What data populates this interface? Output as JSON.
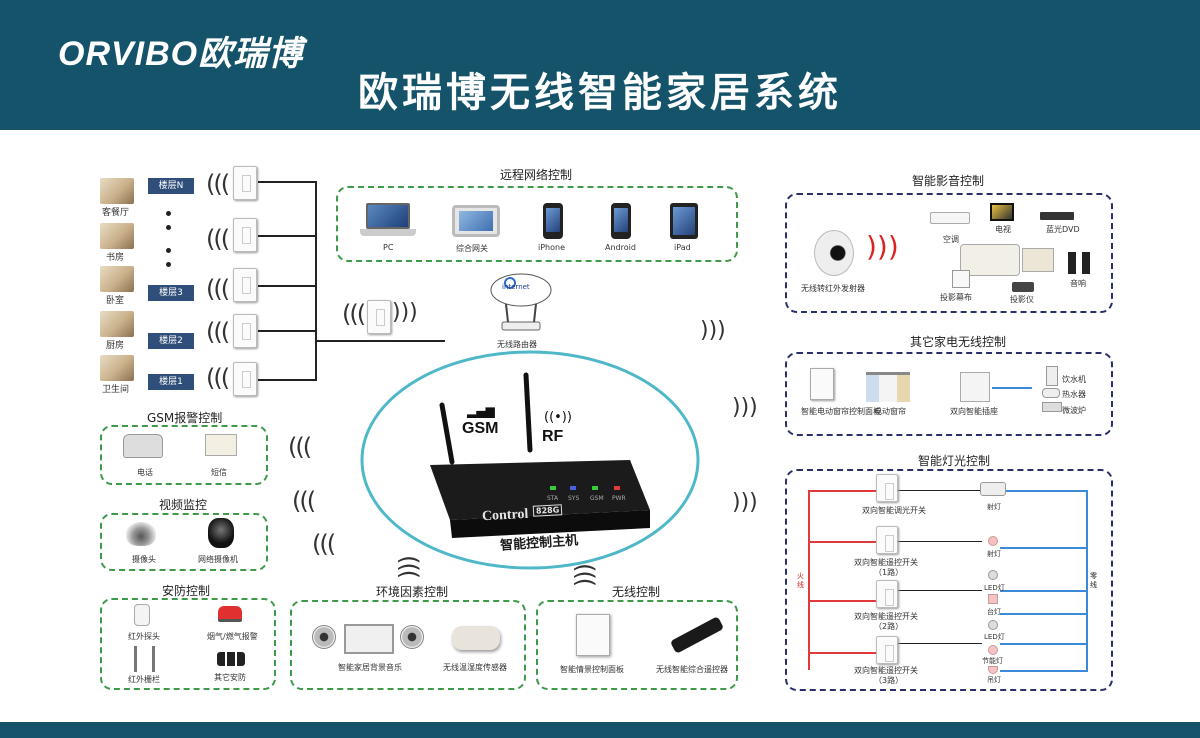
{
  "brand": {
    "logo": "ORVIBO欧瑞博"
  },
  "title": "欧瑞博无线智能家居系统",
  "floors": {
    "rooms": [
      "客餐厅",
      "书房",
      "卧室",
      "厨房",
      "卫生间"
    ],
    "tags": [
      "楼层N",
      "楼层3",
      "楼层2",
      "楼层1"
    ]
  },
  "remote": {
    "title": "远程网络控制",
    "devices": [
      "PC",
      "综合网关",
      "iPhone",
      "Android",
      "iPad"
    ]
  },
  "router": {
    "internet": "internet",
    "label": "无线路由器"
  },
  "hub": {
    "gsm": "GSM",
    "rf": "RF",
    "brand": "Control",
    "model": "828G",
    "leds": [
      "STA",
      "SYS",
      "GSM",
      "PWR"
    ],
    "label": "智能控制主机"
  },
  "gsm_alarm": {
    "title": "GSM报警控制",
    "items": [
      "电话",
      "短信"
    ]
  },
  "video": {
    "title": "视频监控",
    "items": [
      "摄像头",
      "网络摄像机"
    ]
  },
  "security": {
    "title": "安防控制",
    "items": [
      "红外探头",
      "烟气/燃气报警",
      "红外栅栏",
      "其它安防"
    ]
  },
  "environment": {
    "title": "环境因素控制",
    "items": [
      "智能家居背景音乐",
      "无线温湿度传感器"
    ]
  },
  "wireless": {
    "title": "无线控制",
    "items": [
      "智能情景控制面板",
      "无线智能综合遥控器"
    ]
  },
  "av": {
    "title": "智能影音控制",
    "items": [
      "无线转红外发射器",
      "空调",
      "电视",
      "蓝光DVD",
      "投影幕布",
      "投影仪",
      "音响"
    ]
  },
  "appliance": {
    "title": "其它家电无线控制",
    "items": [
      "智能电动窗帘控制面板",
      "电动窗帘",
      "双向智能插座",
      "饮水机",
      "热水器",
      "微波炉"
    ]
  },
  "lighting": {
    "title": "智能灯光控制",
    "switches": [
      "双向智能调光开关",
      "双向智能遥控开关",
      "（1路）",
      "双向智能遥控开关",
      "（2路）",
      "双向智能遥控开关",
      "（3路）"
    ],
    "lamps": [
      "射灯",
      "射灯",
      "LED灯",
      "台灯",
      "LED灯",
      "节能灯",
      "吊灯"
    ],
    "live": "火线",
    "neutral": "零线"
  },
  "colors": {
    "header": "#14536a",
    "green_border": "#3d9a4a",
    "navy_border": "#2a2f6b",
    "live": "#e03a3a",
    "neutral": "#3a8ad8",
    "tag": "#2f4f7a"
  }
}
